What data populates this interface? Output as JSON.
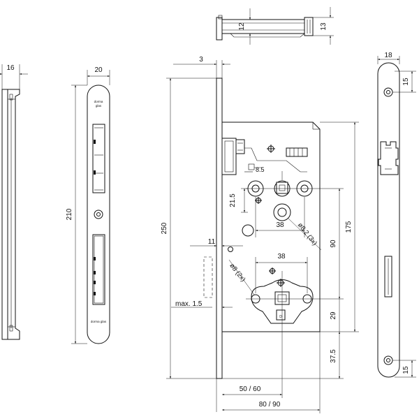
{
  "dimensions": {
    "top_12": "12",
    "top_13": "13",
    "left_16": "16",
    "face_20": "20",
    "face_210": "210",
    "side_3": "3",
    "height_250": "250",
    "right_18": "18",
    "right_15_top": "15",
    "right_15_bottom": "15",
    "d_8_5": "8.5",
    "d_21_5": "21.5",
    "d_38_upper": "38",
    "d_phi82": "ø8.2 (3x)",
    "d_175": "175",
    "d_90": "90",
    "d_11": "11",
    "d_38_lower": "38",
    "d_phi8": "ø8 (2x)",
    "d_max15": "max. 1.5",
    "d_29": "29",
    "d_37_5": "37.5",
    "d_5060": "50 / 60",
    "d_8090": "80 / 90"
  },
  "faceplate_label": {
    "top": "dorma\nglas",
    "bottom": "dorma glas"
  }
}
